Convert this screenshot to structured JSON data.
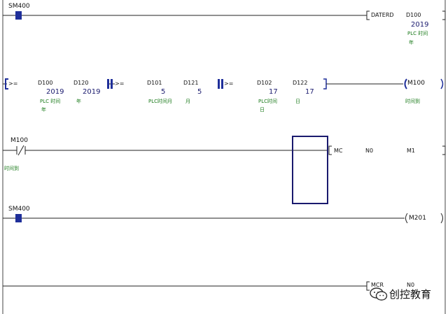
{
  "rungs": [
    {
      "contact": "SM400",
      "instruction": {
        "name": "DATERD",
        "operand": "D100",
        "value": "2019",
        "comment": [
          "PLC 时间",
          "年"
        ]
      }
    },
    {
      "compares": [
        {
          "op": ">=",
          "a": "D100",
          "a_value": "2019",
          "a_comment": [
            "PLC 时间",
            "年"
          ],
          "b": "D120",
          "b_value": "2019",
          "b_comment": [
            "年"
          ]
        },
        {
          "op": ">=",
          "a": "D101",
          "a_value": "5",
          "a_comment": [
            "PLC时间月"
          ],
          "b": "D121",
          "b_value": "5",
          "b_comment": [
            "月"
          ]
        },
        {
          "op": ">=",
          "a": "D102",
          "a_value": "17",
          "a_comment": [
            "PLC时间",
            "日"
          ],
          "b": "D122",
          "b_value": "17",
          "b_comment": [
            "日"
          ]
        }
      ],
      "coil": {
        "name": "M100",
        "comment": "时间到"
      }
    },
    {
      "contact": "M100",
      "contact_comment": "时间到",
      "instruction": {
        "name": "MC",
        "n": "N0",
        "device": "M1"
      }
    },
    {
      "contact": "SM400",
      "coil": {
        "name": "M201"
      }
    },
    {
      "instruction": {
        "name": "MCR",
        "n": "N0"
      }
    }
  ],
  "watermark": {
    "text": "创控教育",
    "icon": "wechat-icon"
  }
}
